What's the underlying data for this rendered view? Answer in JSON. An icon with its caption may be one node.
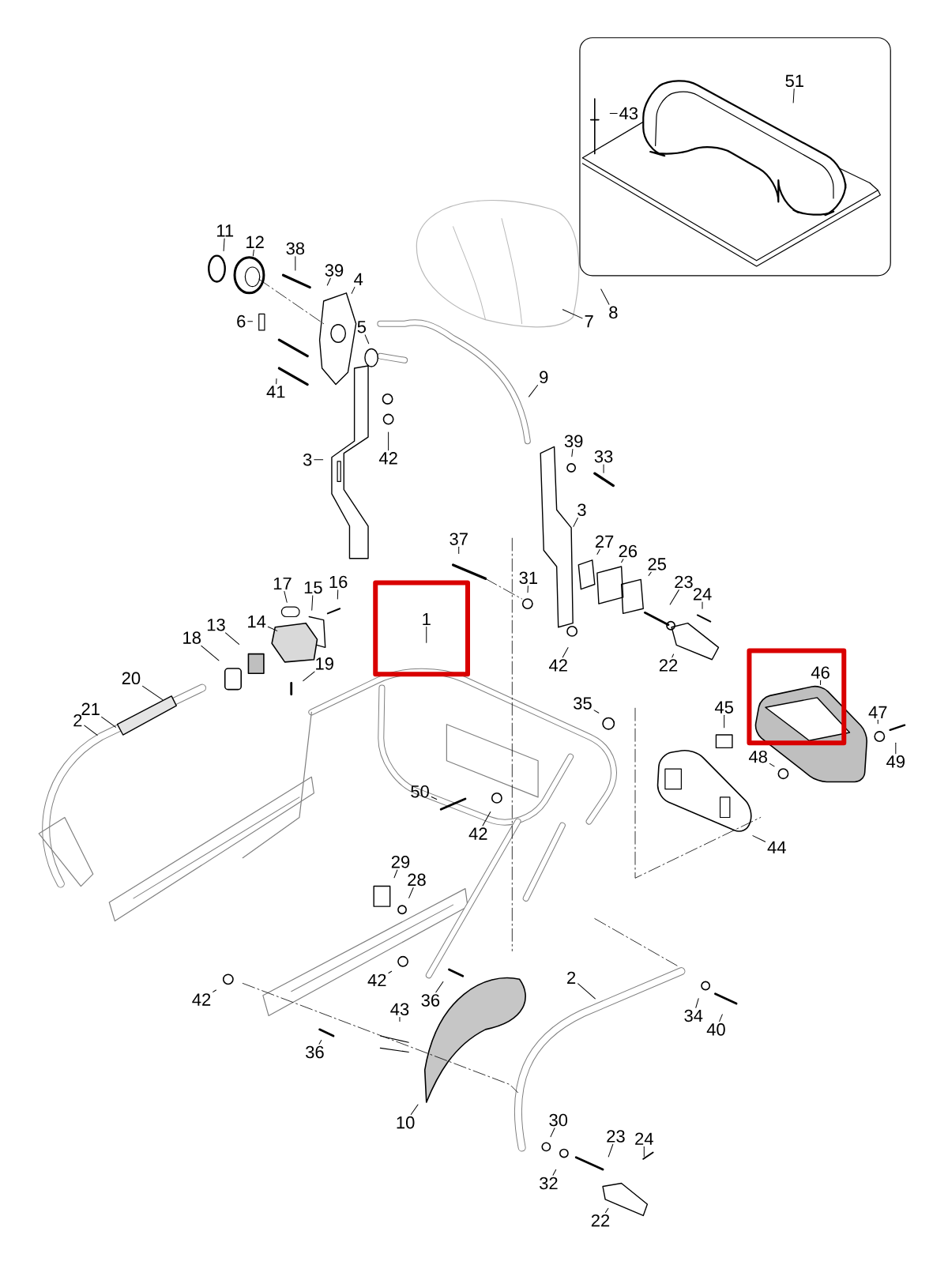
{
  "diagram": {
    "nodes": [
      {
        "text": [],
        "shape": "box"
      },
      {
        "text": [
          "51"
        ],
        "in": 0
      },
      {
        "text": [
          "43"
        ],
        "in": 0
      },
      {
        "text": [
          "11"
        ]
      },
      {
        "text": [
          "12"
        ]
      },
      {
        "text": [
          "38"
        ]
      },
      {
        "text": [
          "39"
        ]
      },
      {
        "text": [
          "4"
        ]
      },
      {
        "text": [
          "8"
        ]
      },
      {
        "text": [
          "7"
        ]
      },
      {
        "text": [
          "6"
        ]
      },
      {
        "text": [
          "5"
        ]
      },
      {
        "text": [
          "9"
        ]
      },
      {
        "text": [
          "41"
        ]
      },
      {
        "text": [
          "39"
        ]
      },
      {
        "text": [
          "3"
        ]
      },
      {
        "text": [
          "42"
        ]
      },
      {
        "text": [
          "33"
        ]
      },
      {
        "text": [
          "3"
        ]
      },
      {
        "text": [
          "37"
        ]
      },
      {
        "text": [
          "27"
        ]
      },
      {
        "text": [
          "26"
        ]
      },
      {
        "text": [
          "25"
        ]
      },
      {
        "text": [
          "31"
        ]
      },
      {
        "text": [
          "17"
        ]
      },
      {
        "text": [
          "16"
        ]
      },
      {
        "text": [
          "15"
        ]
      },
      {
        "text": [
          "23"
        ]
      },
      {
        "text": [
          "24"
        ]
      },
      {
        "text": [
          "1"
        ]
      },
      {
        "text": [
          "14"
        ]
      },
      {
        "text": [
          "13"
        ]
      },
      {
        "text": [
          "18"
        ]
      },
      {
        "text": [
          "19"
        ]
      },
      {
        "text": [
          "42"
        ]
      },
      {
        "text": [
          "22"
        ]
      },
      {
        "text": [
          "46"
        ]
      },
      {
        "text": [
          "20"
        ]
      },
      {
        "text": [
          "35"
        ]
      },
      {
        "text": [
          "45"
        ]
      },
      {
        "text": [
          "21"
        ]
      },
      {
        "text": [
          "47"
        ]
      },
      {
        "text": [
          "2"
        ]
      },
      {
        "text": [
          "48"
        ]
      },
      {
        "text": [
          "49"
        ]
      },
      {
        "text": [
          "50"
        ]
      },
      {
        "text": [
          "42"
        ]
      },
      {
        "text": [
          "44"
        ]
      },
      {
        "text": [
          "29"
        ]
      },
      {
        "text": [
          "28"
        ]
      },
      {
        "text": [
          "2"
        ]
      },
      {
        "text": [
          "42"
        ]
      },
      {
        "text": [
          "42"
        ]
      },
      {
        "text": [
          "36"
        ]
      },
      {
        "text": [
          "43"
        ]
      },
      {
        "text": [
          "34"
        ]
      },
      {
        "text": [
          "40"
        ]
      },
      {
        "text": [
          "36"
        ]
      },
      {
        "text": [
          "30"
        ]
      },
      {
        "text": [
          "10"
        ]
      },
      {
        "text": [
          "23"
        ]
      },
      {
        "text": [
          "24"
        ]
      },
      {
        "text": [
          "32"
        ]
      },
      {
        "text": [
          "22"
        ]
      }
    ],
    "edges": [
      {
        "from": 1,
        "to": null,
        "arrow": "none"
      },
      {
        "from": 2,
        "to": null,
        "arrow": "none"
      },
      {
        "from": 3,
        "to": null,
        "arrow": "none"
      },
      {
        "from": 4,
        "to": null,
        "arrow": "none"
      },
      {
        "from": 5,
        "to": null,
        "arrow": "none"
      },
      {
        "from": 6,
        "to": null,
        "arrow": "none"
      },
      {
        "from": 7,
        "to": null,
        "arrow": "none"
      },
      {
        "from": 8,
        "to": null,
        "arrow": "none"
      },
      {
        "from": 9,
        "to": null,
        "arrow": "none"
      },
      {
        "from": 10,
        "to": null,
        "arrow": "none"
      },
      {
        "from": 11,
        "to": null,
        "arrow": "none"
      },
      {
        "from": 12,
        "to": null,
        "arrow": "none"
      },
      {
        "from": 13,
        "to": null,
        "arrow": "none"
      },
      {
        "from": 14,
        "to": null,
        "arrow": "none"
      },
      {
        "from": 15,
        "to": null,
        "arrow": "none"
      },
      {
        "from": 16,
        "to": null,
        "arrow": "none"
      },
      {
        "from": 17,
        "to": null,
        "arrow": "none"
      },
      {
        "from": 18,
        "to": null,
        "arrow": "none"
      },
      {
        "from": 19,
        "to": null,
        "arrow": "none"
      },
      {
        "from": 20,
        "to": null,
        "arrow": "none"
      },
      {
        "from": 21,
        "to": null,
        "arrow": "none"
      },
      {
        "from": 22,
        "to": null,
        "arrow": "none"
      },
      {
        "from": 23,
        "to": null,
        "arrow": "none"
      },
      {
        "from": 24,
        "to": null,
        "arrow": "none"
      },
      {
        "from": 25,
        "to": null,
        "arrow": "none"
      },
      {
        "from": 26,
        "to": null,
        "arrow": "none"
      },
      {
        "from": 27,
        "to": null,
        "arrow": "none"
      },
      {
        "from": 28,
        "to": null,
        "arrow": "none"
      },
      {
        "from": 29,
        "to": null,
        "arrow": "none"
      },
      {
        "from": 30,
        "to": null,
        "arrow": "none"
      },
      {
        "from": 31,
        "to": null,
        "arrow": "none"
      },
      {
        "from": 32,
        "to": null,
        "arrow": "none"
      },
      {
        "from": 33,
        "to": null,
        "arrow": "none"
      },
      {
        "from": 34,
        "to": null,
        "arrow": "none"
      },
      {
        "from": 35,
        "to": null,
        "arrow": "none"
      },
      {
        "from": 36,
        "to": null,
        "arrow": "none"
      },
      {
        "from": 37,
        "to": null,
        "arrow": "none"
      },
      {
        "from": 38,
        "to": null,
        "arrow": "none"
      },
      {
        "from": 39,
        "to": null,
        "arrow": "none"
      },
      {
        "from": 40,
        "to": null,
        "arrow": "none"
      },
      {
        "from": 41,
        "to": null,
        "arrow": "none"
      },
      {
        "from": 42,
        "to": null,
        "arrow": "none"
      },
      {
        "from": 43,
        "to": null,
        "arrow": "none"
      },
      {
        "from": 44,
        "to": null,
        "arrow": "none"
      },
      {
        "from": 45,
        "to": null,
        "arrow": "none"
      },
      {
        "from": 46,
        "to": null,
        "arrow": "none"
      },
      {
        "from": 47,
        "to": null,
        "arrow": "none"
      },
      {
        "from": 48,
        "to": null,
        "arrow": "none"
      },
      {
        "from": 49,
        "to": null,
        "arrow": "none"
      },
      {
        "from": 50,
        "to": null,
        "arrow": "none"
      },
      {
        "from": 51,
        "to": null,
        "arrow": "none"
      },
      {
        "from": 52,
        "to": null,
        "arrow": "none"
      },
      {
        "from": 53,
        "to": null,
        "arrow": "none"
      },
      {
        "from": 54,
        "to": null,
        "arrow": "none"
      },
      {
        "from": 55,
        "to": null,
        "arrow": "none"
      },
      {
        "from": 56,
        "to": null,
        "arrow": "none"
      },
      {
        "from": 57,
        "to": null,
        "arrow": "none"
      },
      {
        "from": 58,
        "to": null,
        "arrow": "none"
      },
      {
        "from": 59,
        "to": null,
        "arrow": "none"
      },
      {
        "from": 60,
        "to": null,
        "arrow": "none"
      },
      {
        "from": 61,
        "to": null,
        "arrow": "none"
      },
      {
        "from": 62,
        "to": null,
        "arrow": "none"
      },
      {
        "from": 63,
        "to": null,
        "arrow": "none"
      }
    ]
  }
}
